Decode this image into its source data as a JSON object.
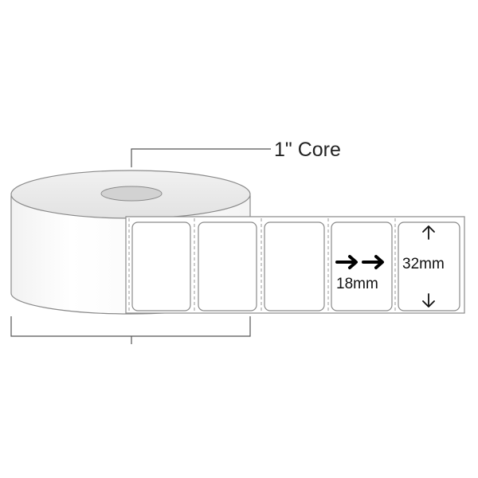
{
  "core_label": "1\" Core",
  "width_label": "18mm",
  "height_label": "32mm",
  "colors": {
    "outline": "#8a8a8a",
    "roll_face": "#e9e9e9",
    "roll_side": "#fafafa",
    "core_hole": "#d2d2d2",
    "text": "#222222"
  }
}
